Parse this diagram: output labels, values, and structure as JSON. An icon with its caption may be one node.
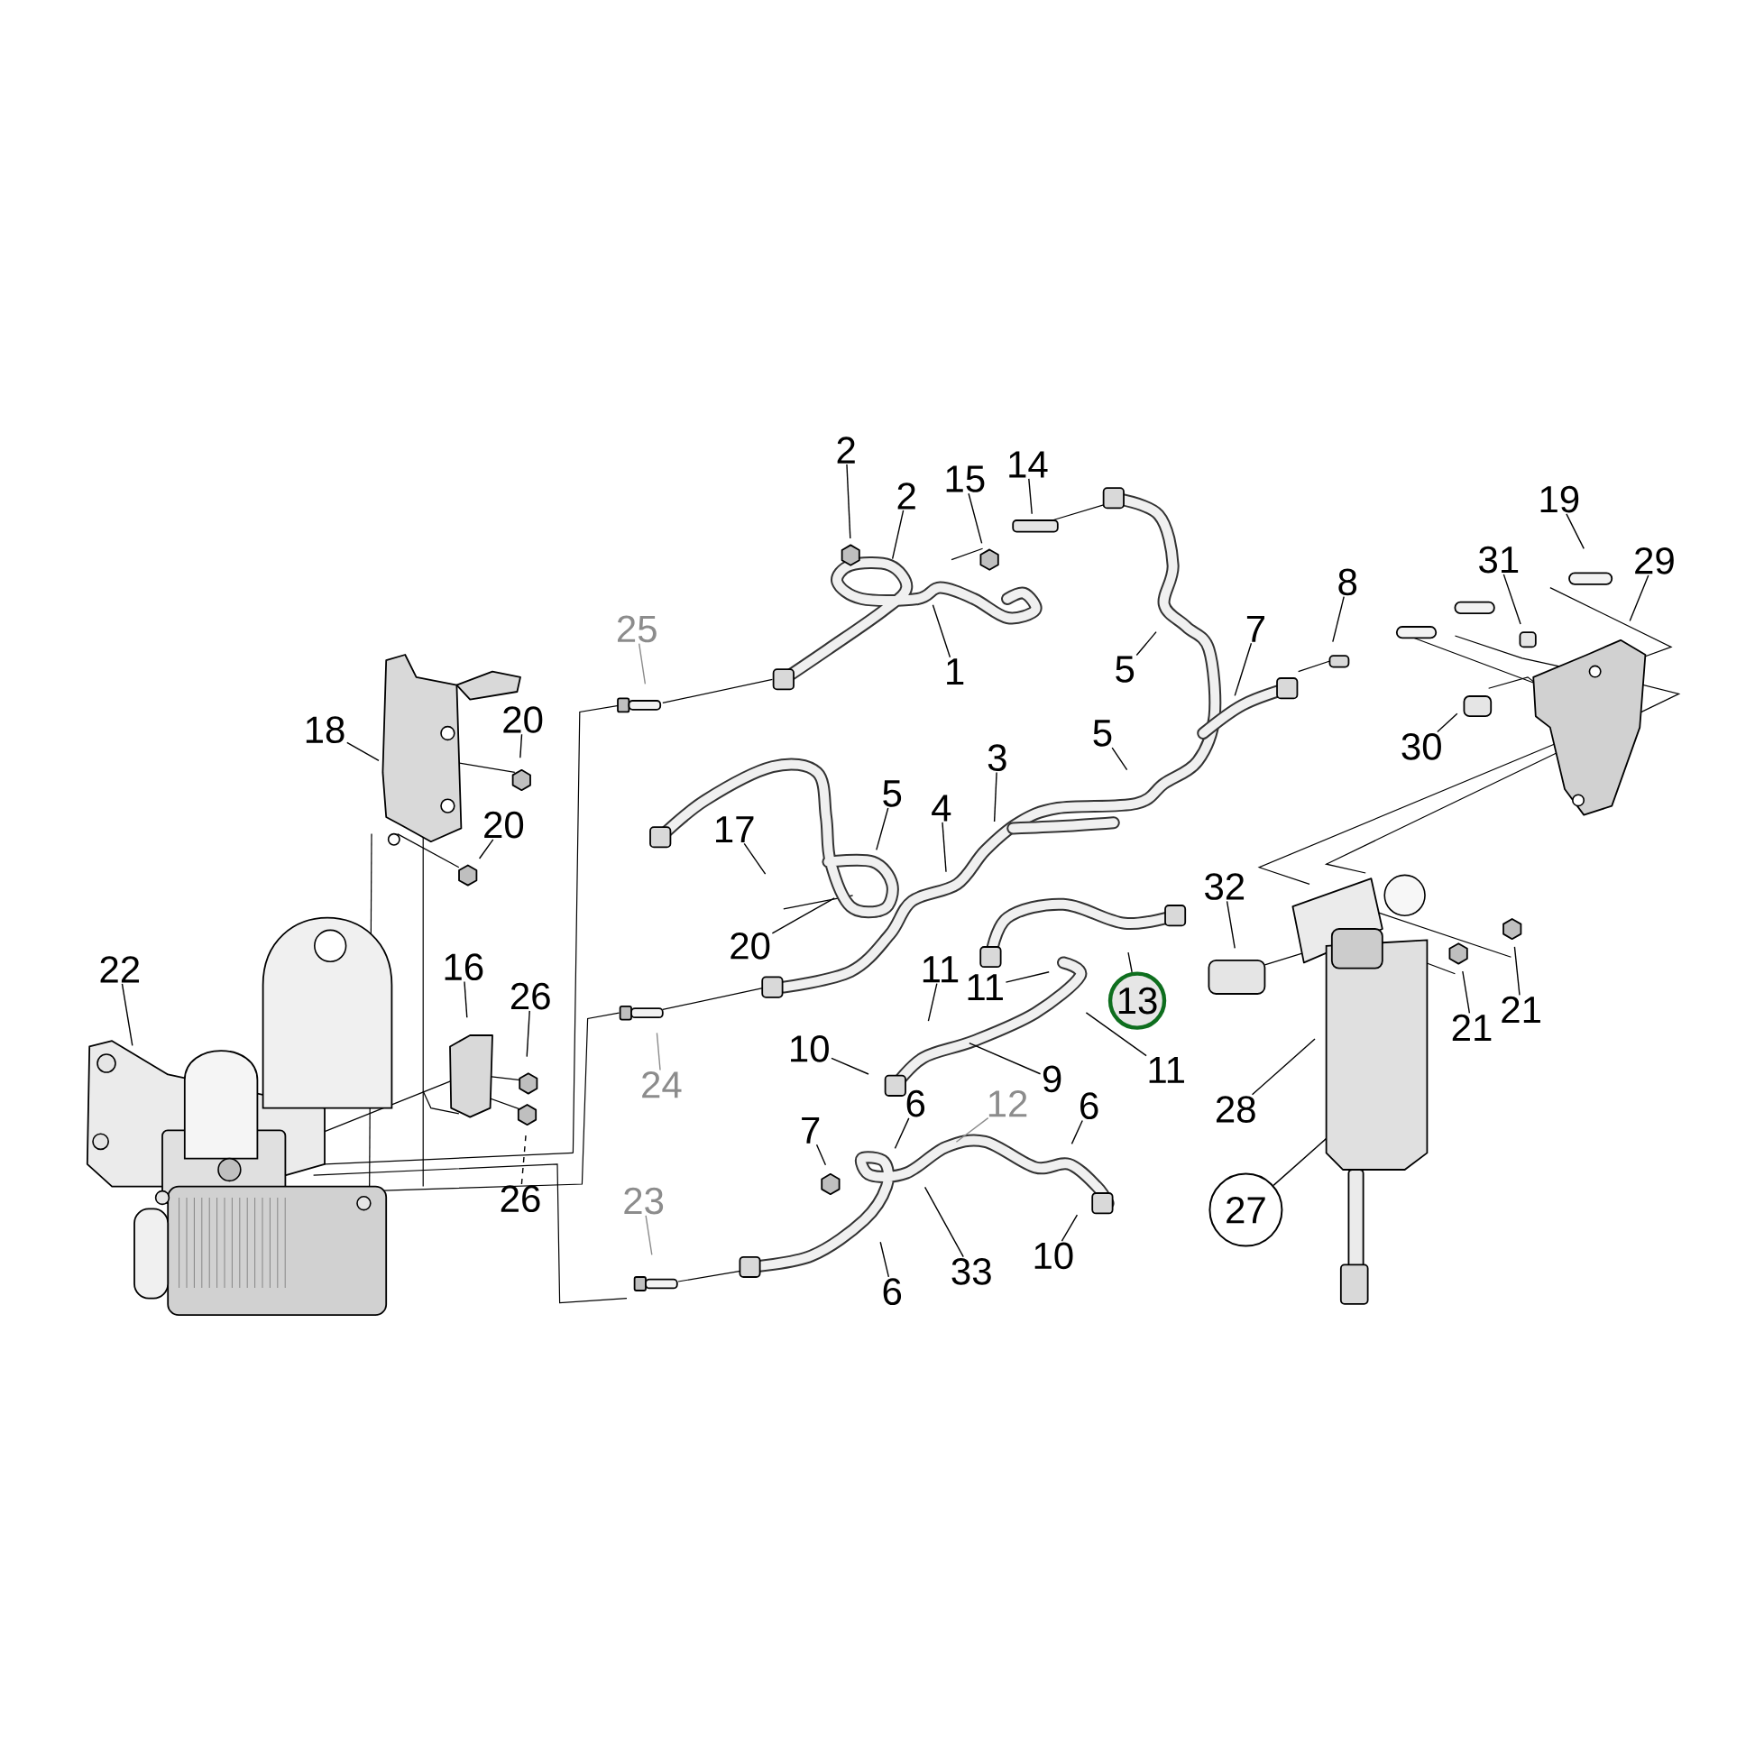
{
  "diagram": {
    "nodes": [
      {
        "text": [
          "2"
        ]
      },
      {
        "text": [
          "2"
        ]
      },
      {
        "text": [
          "15"
        ]
      },
      {
        "text": [
          "14"
        ]
      },
      {
        "text": [
          "1"
        ]
      },
      {
        "text": [
          "25"
        ]
      },
      {
        "text": [
          "20"
        ]
      },
      {
        "text": [
          "18"
        ]
      },
      {
        "text": [
          "20"
        ]
      },
      {
        "text": [
          "22"
        ]
      },
      {
        "text": [
          "16"
        ]
      },
      {
        "text": [
          "26"
        ]
      },
      {
        "text": [
          "26"
        ]
      },
      {
        "text": [
          "24"
        ]
      },
      {
        "text": [
          "23"
        ]
      },
      {
        "text": [
          "17"
        ]
      },
      {
        "text": [
          "20"
        ]
      },
      {
        "text": [
          "5"
        ]
      },
      {
        "text": [
          "4"
        ]
      },
      {
        "text": [
          "3"
        ]
      },
      {
        "text": [
          "5"
        ]
      },
      {
        "text": [
          "5"
        ]
      },
      {
        "text": [
          "7"
        ]
      },
      {
        "text": [
          "8"
        ]
      },
      {
        "text": [
          "19"
        ]
      },
      {
        "text": [
          "29"
        ]
      },
      {
        "text": [
          "31"
        ]
      },
      {
        "text": [
          "30"
        ]
      },
      {
        "text": [
          "32"
        ]
      },
      {
        "text": [
          "21"
        ]
      },
      {
        "text": [
          "21"
        ]
      },
      {
        "text": [
          "28"
        ]
      },
      {
        "text": [
          "27"
        ]
      },
      {
        "text": [
          "11"
        ]
      },
      {
        "text": [
          "11"
        ]
      },
      {
        "text": [
          "13"
        ]
      },
      {
        "text": [
          "11"
        ]
      },
      {
        "text": [
          "10"
        ]
      },
      {
        "text": [
          "9"
        ]
      },
      {
        "text": [
          "12"
        ]
      },
      {
        "text": [
          "6"
        ]
      },
      {
        "text": [
          "6"
        ]
      },
      {
        "text": [
          "7"
        ]
      },
      {
        "text": [
          "10"
        ]
      },
      {
        "text": [
          "33"
        ]
      },
      {
        "text": [
          "6"
        ]
      }
    ],
    "edges": [
      {
        "from": 0,
        "to": null,
        "arrow": "none"
      },
      {
        "from": 1,
        "to": null,
        "arrow": "none"
      },
      {
        "from": 2,
        "to": null,
        "arrow": "none"
      },
      {
        "from": 3,
        "to": null,
        "arrow": "none"
      },
      {
        "from": 4,
        "to": null,
        "arrow": "none"
      },
      {
        "from": 5,
        "to": null,
        "arrow": "none",
        "color": "#8c8c8c"
      },
      {
        "from": 6,
        "to": null,
        "arrow": "none"
      },
      {
        "from": 7,
        "to": null,
        "arrow": "none"
      },
      {
        "from": 8,
        "to": null,
        "arrow": "none"
      },
      {
        "from": 9,
        "to": null,
        "arrow": "none"
      },
      {
        "from": 10,
        "to": null,
        "arrow": "none"
      },
      {
        "from": 11,
        "to": null,
        "arrow": "none"
      },
      {
        "from": 12,
        "to": null,
        "arrow": "none",
        "style": "dashed"
      },
      {
        "from": 13,
        "to": null,
        "arrow": "none",
        "color": "#8c8c8c"
      },
      {
        "from": 14,
        "to": null,
        "arrow": "none",
        "color": "#8c8c8c"
      },
      {
        "from": 15,
        "to": null,
        "arrow": "none"
      },
      {
        "from": 16,
        "to": null,
        "arrow": "none"
      },
      {
        "from": 17,
        "to": null,
        "arrow": "none"
      },
      {
        "from": 18,
        "to": null,
        "arrow": "none"
      },
      {
        "from": 19,
        "to": null,
        "arrow": "none"
      },
      {
        "from": 20,
        "to": null,
        "arrow": "none"
      },
      {
        "from": 21,
        "to": null,
        "arrow": "none"
      },
      {
        "from": 22,
        "to": null,
        "arrow": "none"
      },
      {
        "from": 23,
        "to": null,
        "arrow": "none"
      },
      {
        "from": 24,
        "to": null,
        "arrow": "none"
      },
      {
        "from": 25,
        "to": null,
        "arrow": "none"
      },
      {
        "from": 26,
        "to": null,
        "arrow": "none"
      },
      {
        "from": 27,
        "to": null,
        "arrow": "none"
      },
      {
        "from": 28,
        "to": null,
        "arrow": "none"
      },
      {
        "from": 29,
        "to": null,
        "arrow": "none"
      },
      {
        "from": 30,
        "to": null,
        "arrow": "none"
      },
      {
        "from": 31,
        "to": null,
        "arrow": "none"
      },
      {
        "from": 32,
        "to": null,
        "arrow": "none"
      },
      {
        "from": 33,
        "to": null,
        "arrow": "none"
      },
      {
        "from": 34,
        "to": null,
        "arrow": "none"
      },
      {
        "from": 35,
        "to": null,
        "arrow": "none"
      },
      {
        "from": 36,
        "to": null,
        "arrow": "none"
      },
      {
        "from": 37,
        "to": null,
        "arrow": "none"
      },
      {
        "from": 38,
        "to": null,
        "arrow": "none"
      },
      {
        "from": 39,
        "to": null,
        "arrow": "none",
        "color": "#8c8c8c"
      },
      {
        "from": 40,
        "to": null,
        "arrow": "none"
      },
      {
        "from": 41,
        "to": null,
        "arrow": "none"
      },
      {
        "from": 42,
        "to": null,
        "arrow": "none"
      },
      {
        "from": 43,
        "to": null,
        "arrow": "none"
      },
      {
        "from": 44,
        "to": null,
        "arrow": "none"
      },
      {
        "from": 45,
        "to": null,
        "arrow": "none"
      }
    ]
  }
}
